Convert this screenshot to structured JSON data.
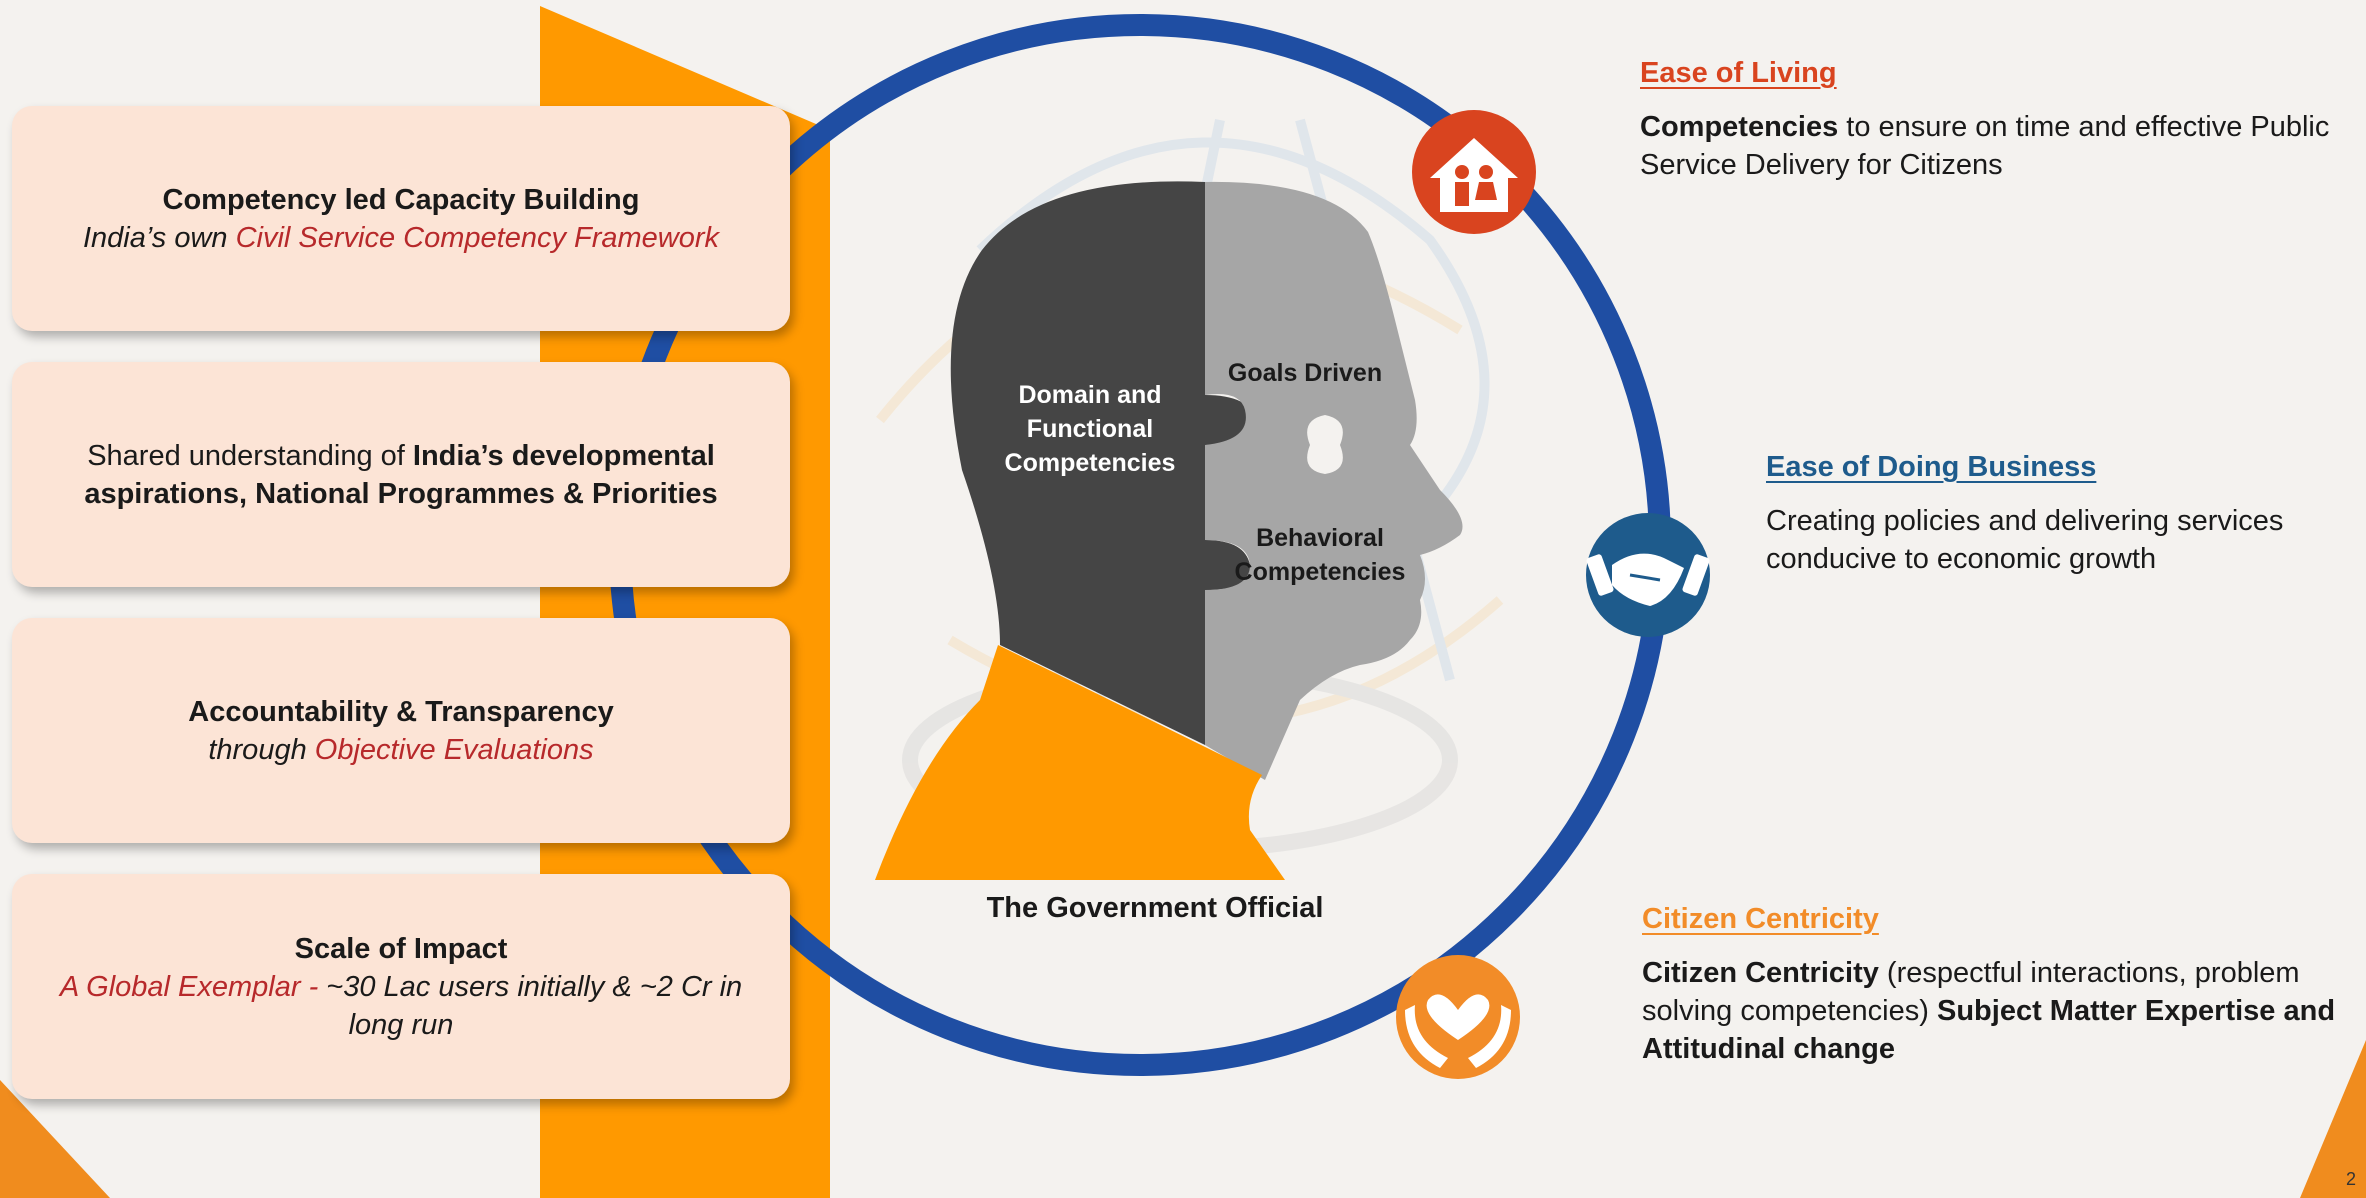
{
  "cards": [
    {
      "title": "Competency led Capacity Building",
      "subtitle_plain": "India’s own ",
      "subtitle_accent": "Civil Service Competency Framework"
    },
    {
      "line1_plain": "Shared understanding of ",
      "line1_bold": "India’s developmental",
      "line2_bold": "aspirations, National Programmes & Priorities"
    },
    {
      "title": "Accountability & Transparency",
      "subtitle_plain": "through ",
      "subtitle_accent": "Objective Evaluations"
    },
    {
      "title": "Scale of Impact",
      "subtitle_accent": "A Global Exemplar - ",
      "subtitle_plain": "~30 Lac users initially & ~2 Cr in long run"
    }
  ],
  "head": {
    "domain_label": "Domain and Functional Competencies",
    "goals_label": "Goals Driven",
    "behavioral_label": "Behavioral Competencies",
    "caption": "The Government Official"
  },
  "right": {
    "ease_living": {
      "heading": "Ease of Living",
      "body_bold": "Competencies",
      "body_plain": " to ensure on time and effective Public Service Delivery for Citizens",
      "icon": "house-family-icon",
      "color": "#d9441f"
    },
    "ease_business": {
      "heading": "Ease of Doing Business",
      "body_plain": "Creating policies and delivering services conducive to economic growth",
      "icon": "handshake-icon",
      "color": "#1e5b8c"
    },
    "citizen": {
      "heading": "Citizen Centricity",
      "body_bold1": "Citizen Centricity",
      "body_plain": " (respectful interactions, problem solving competencies) ",
      "body_bold2": "Subject Matter Expertise and Attitudinal change",
      "icon": "heart-hands-icon",
      "color": "#f28c28"
    }
  },
  "colors": {
    "orange": "#ff9900",
    "blue_ring": "#1f4ea3",
    "dark_head": "#454545",
    "light_head": "#a6a6a6",
    "card_bg": "#fce4d6"
  },
  "page_number": "2"
}
